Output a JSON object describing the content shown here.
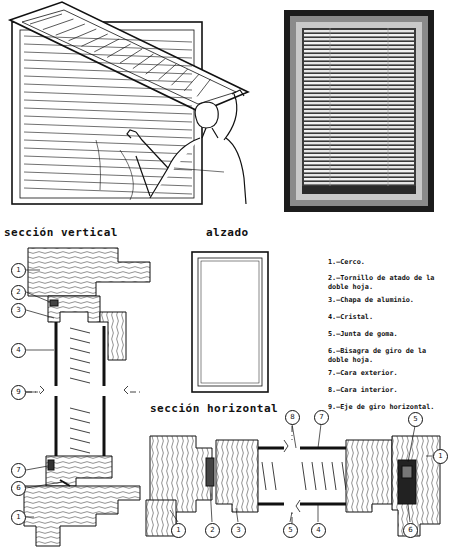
{
  "diagram": {
    "labels": [
      "sección vertical",
      "alzado",
      "sección horizontal",
      "1.—Cerco.",
      "2.—Tornillo de atado de la doble hoja.",
      "3.—Chapa de aluminio.",
      "4.—Cristal.",
      "5.—Junta de goma.",
      "6.—Bisagra de giro de la doble hoja.",
      "7.—Cara exterior.",
      "8.—Cara interior.",
      "9.—Eje de giro horizontal.",
      "1",
      "2",
      "3",
      "4",
      "9",
      "7",
      "6",
      "1",
      "8",
      "7",
      "5",
      "1",
      "1",
      "2",
      "3",
      "5",
      "4",
      "6"
    ]
  }
}
